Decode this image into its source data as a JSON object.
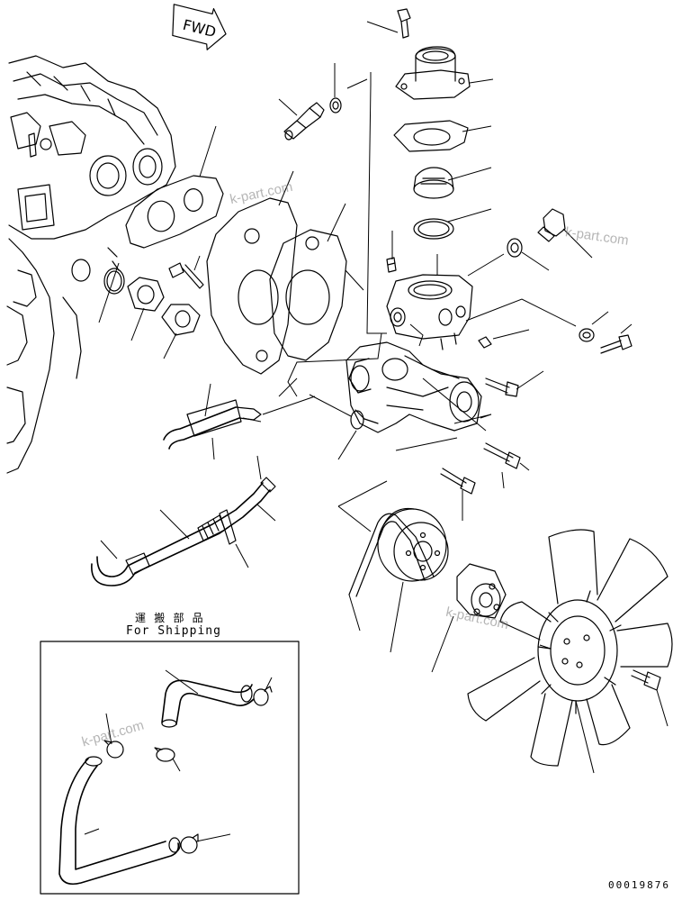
{
  "direction_arrow": {
    "label": "FWD"
  },
  "shipping_box": {
    "title_jp": "運 搬 部 品",
    "title_en": "For Shipping"
  },
  "watermark": "k-part.com",
  "drawing_number": "00019876",
  "icons": {
    "direction": "fwd-arrow-icon"
  },
  "colors": {
    "line": "#000000",
    "background": "#ffffff",
    "watermark": "#9a9a9a"
  }
}
